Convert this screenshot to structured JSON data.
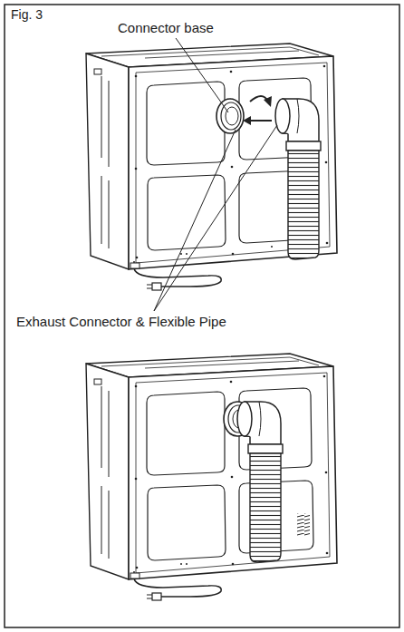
{
  "diagram": {
    "labels": [
      "Fig. 3",
      "Connector base",
      "Exhaust Connector & Flexible Pipe"
    ]
  }
}
